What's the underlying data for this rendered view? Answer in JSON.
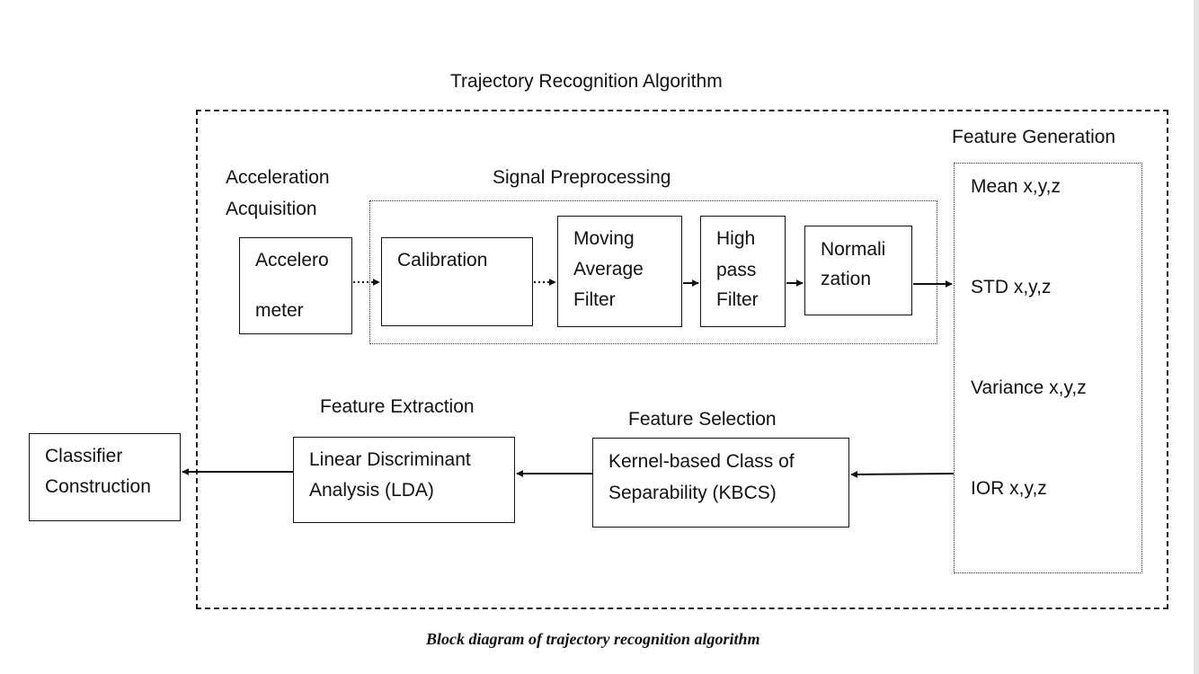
{
  "title": "Trajectory Recognition Algorithm",
  "caption": "Block diagram of trajectory recognition algorithm",
  "sections": {
    "acquisition": [
      "Acceleration",
      "Acquisition"
    ],
    "preprocessing": "Signal Preprocessing",
    "generation": "Feature Generation",
    "extraction": "Feature Extraction",
    "selection": "Feature Selection"
  },
  "blocks": {
    "accelerometer": [
      "Accelero",
      "meter"
    ],
    "calibration": "Calibration",
    "moving_average": [
      "Moving",
      "Average",
      "Filter"
    ],
    "high_pass": [
      "High",
      "pass",
      "Filter"
    ],
    "normalization": [
      "Normali",
      "zation"
    ],
    "lda": [
      "Linear Discriminant",
      "Analysis (LDA)"
    ],
    "kbcs": [
      "Kernel-based Class of",
      "Separability (KBCS)"
    ],
    "classifier": [
      "Classifier",
      "Construction"
    ]
  },
  "features": [
    "Mean x,y,z",
    "STD x,y,z",
    "Variance x,y,z",
    "IOR x,y,z"
  ]
}
